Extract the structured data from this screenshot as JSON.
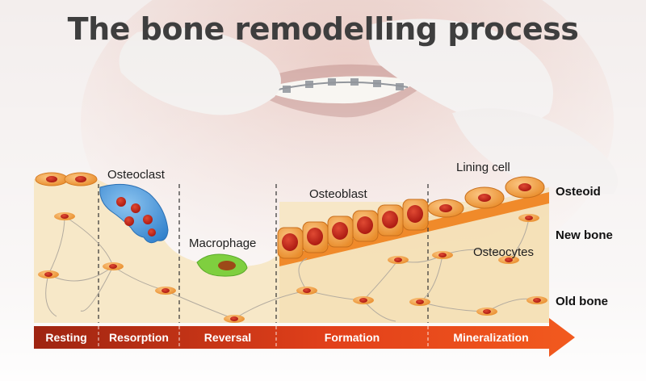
{
  "title": "The bone remodelling process",
  "labels": {
    "osteoclast": "Osteoclast",
    "macrophage": "Macrophage",
    "osteoblast": "Osteoblast",
    "lining_cell": "Lining cell",
    "osteocytes": "Osteocytes"
  },
  "layers": {
    "osteoid": "Osteoid",
    "new_bone": "New bone",
    "old_bone": "Old bone"
  },
  "phases": [
    "Resting",
    "Resorption",
    "Reversal",
    "Formation",
    "Mineralization"
  ],
  "colors": {
    "bone": "#f6e6c4",
    "cell_orange": "#f2a348",
    "nucleus": "#c8241b",
    "osteoclast": "#3b8fd8",
    "macrophage": "#7fcf3f",
    "arrow_dark": "#9e2411",
    "arrow_light": "#f25a1e"
  },
  "icons": {
    "background": "dental-braces-photo",
    "phase_arrow": "arrow-right-icon"
  }
}
